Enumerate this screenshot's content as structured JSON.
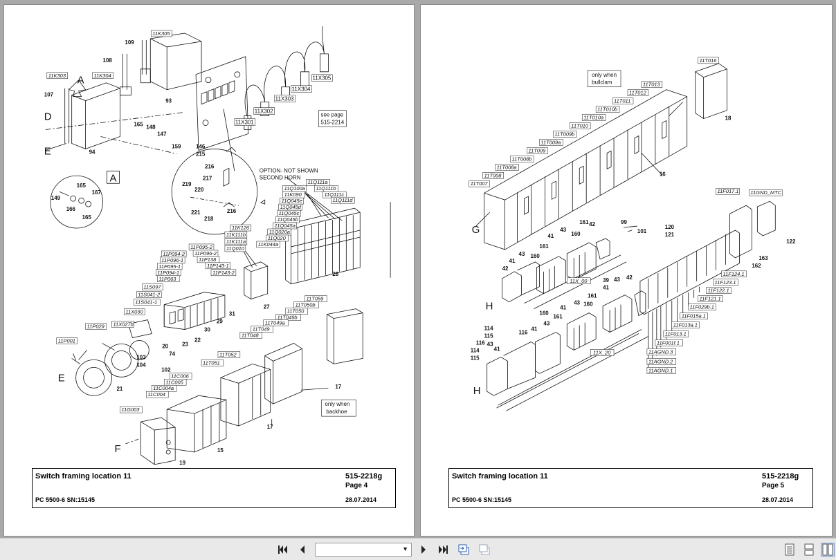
{
  "pages": [
    {
      "title": "Switch framing location 11",
      "doc_number": "515-2218g",
      "page_label": "Page 4",
      "machine": "PC 5500-6 SN:15145",
      "date": "28.07.2014",
      "callout_texts": [
        "A",
        "A",
        "D",
        "E",
        "E",
        "F",
        "OPTION- NOT SHOWN",
        "SECOND HORN",
        "see page",
        "515-2214",
        "only when",
        "backhoe"
      ],
      "tag_labels": [
        "11K303",
        "11K304",
        "11K305",
        "11X301",
        "11X302",
        "11X303",
        "11X304",
        "11X305",
        "11K126",
        "11K111b",
        "11K111a",
        "11Q010",
        "11Q111a",
        "11Q111b",
        "11Q111c",
        "11Q111d",
        "11Q100a",
        "11K090",
        "11Q045e",
        "11Q045d",
        "11Q045c",
        "11Q045b",
        "11Q045a",
        "11Q020a",
        "11Q020",
        "11K044a",
        "11P094-2",
        "11P096-1",
        "11P095-1",
        "11P094-1",
        "11P063",
        "11P095-2",
        "11P096-2",
        "11P138",
        "11P143-1",
        "11P143-2",
        "11S097",
        "11S041-2",
        "11S041-1",
        "11X030",
        "11X027b",
        "11P029",
        "11P001",
        "11T059",
        "11T050b",
        "11T050",
        "11T049b",
        "11T049a",
        "11T049",
        "11T048",
        "11T052",
        "11T051",
        "11C006",
        "11C005",
        "11C004a",
        "11C004",
        "11G003"
      ],
      "part_numbers": [
        "109",
        "108",
        "107",
        "94",
        "93",
        "165",
        "148",
        "147",
        "159",
        "146",
        "215",
        "216",
        "217",
        "219",
        "220",
        "221",
        "218",
        "216",
        "165",
        "167",
        "149",
        "166",
        "165",
        "28",
        "27",
        "31",
        "29",
        "30",
        "22",
        "23",
        "20",
        "74",
        "103",
        "104",
        "102",
        "21",
        "17",
        "17",
        "15",
        "19"
      ]
    },
    {
      "title": "Switch framing location 11",
      "doc_number": "515-2218g",
      "page_label": "Page 5",
      "machine": "PC 5500-6 SN:15145",
      "date": "28.07.2014",
      "callout_texts": [
        "only when",
        "bullclam",
        "G",
        "H",
        "H"
      ],
      "tag_labels": [
        "11T016",
        "11T013",
        "11T012",
        "11T011",
        "11T010b",
        "11T010a",
        "11T010",
        "11T009b",
        "11T009a",
        "11T009",
        "11T008b",
        "11T008a",
        "11T008",
        "11T007",
        "11F017.1",
        "11GND_MTC",
        "11X_00",
        "11X_20",
        "11F124.1",
        "11F123.1",
        "11F122.1",
        "11F121.1",
        "11F029b.1",
        "11F015a.1",
        "11F013a.1",
        "11F013.1",
        "11F001f.1",
        "11AGND.3",
        "11AGND.2",
        "11AGND.1"
      ],
      "part_numbers": [
        "18",
        "16",
        "99",
        "101",
        "42",
        "161",
        "160",
        "41",
        "43",
        "160",
        "161",
        "41",
        "43",
        "42",
        "122",
        "163",
        "162",
        "120",
        "121",
        "39",
        "41",
        "43",
        "42",
        "161",
        "160",
        "43",
        "41",
        "161",
        "160",
        "43",
        "41",
        "116",
        "114",
        "115",
        "43",
        "41",
        "116",
        "114",
        "115"
      ]
    }
  ],
  "toolbar": {
    "page_select_value": "",
    "buttons": [
      "first-page-icon",
      "previous-page-icon",
      "next-page-icon",
      "last-page-icon",
      "go-back-view-icon",
      "go-forward-view-icon",
      "single-page-view-icon",
      "continuous-view-icon",
      "two-page-view-icon"
    ]
  }
}
